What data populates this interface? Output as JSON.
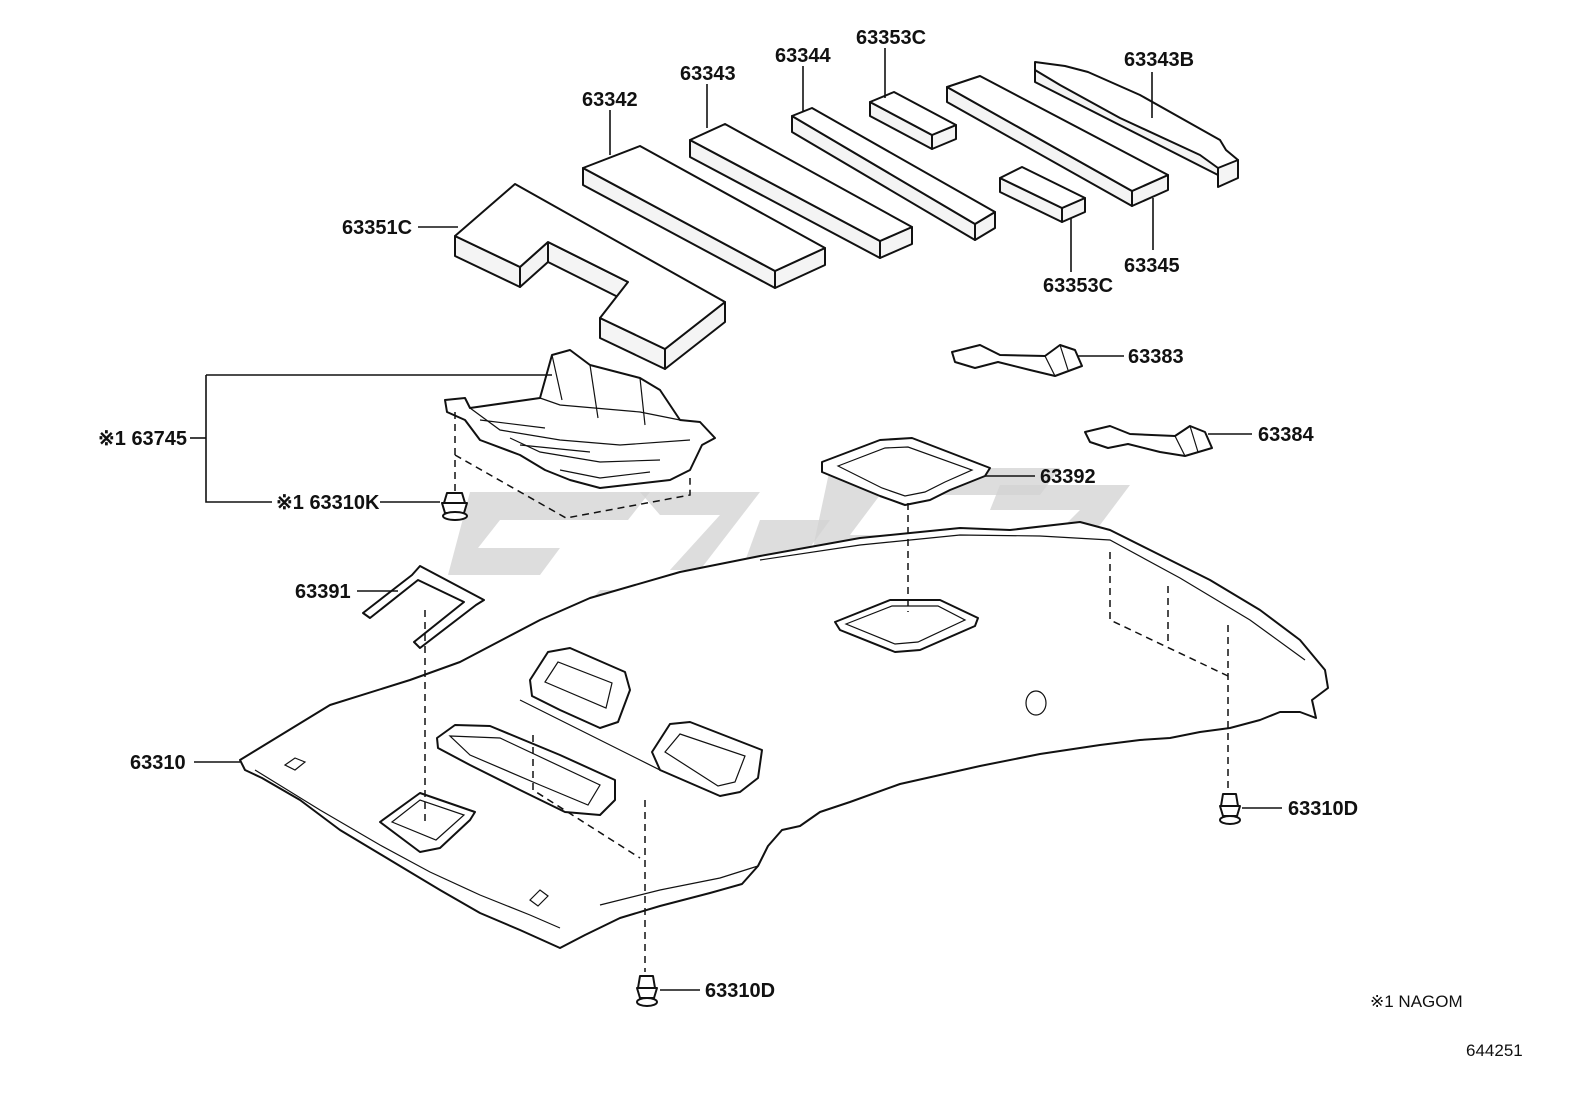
{
  "parts": {
    "p63342": "63342",
    "p63343": "63343",
    "p63344": "63344",
    "p63353C_top": "63353C",
    "p63343B": "63343B",
    "p63351C": "63351C",
    "p63345": "63345",
    "p63353C_bottom": "63353C",
    "p63383": "63383",
    "p63384": "63384",
    "p63745": "※1 63745",
    "p63310K": "※1 63310K",
    "p63392": "63392",
    "p63391": "63391",
    "p63310": "63310",
    "p63310D_right": "63310D",
    "p63310D_bottom": "63310D"
  },
  "notes": {
    "footnote": "※1 NAGOM",
    "diagram_number": "644251"
  }
}
